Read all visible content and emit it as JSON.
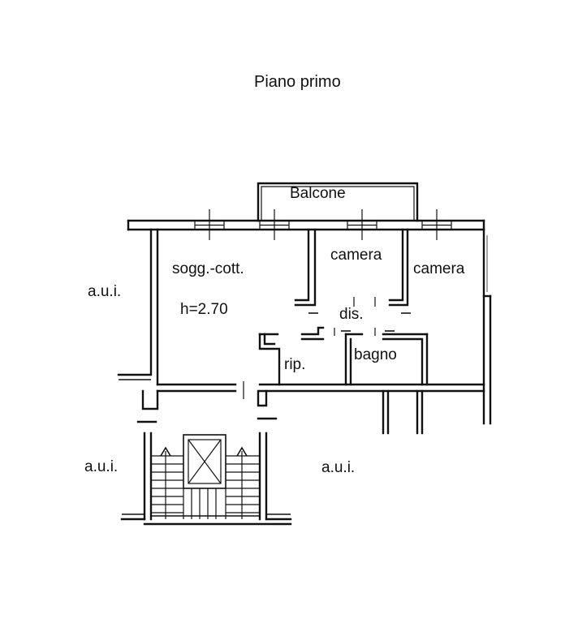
{
  "plan": {
    "title": "Piano primo",
    "rooms": {
      "balcone": "Balcone",
      "soggiorno": "sogg.-cott.",
      "height": "h=2.70",
      "camera_1": "camera",
      "camera_2": "camera",
      "disimpegno": "dis.",
      "ripostiglio": "rip.",
      "bagno": "bagno"
    },
    "adjacent": {
      "left_upper": "a.u.i.",
      "left_lower": "a.u.i.",
      "right_lower": "a.u.i."
    }
  }
}
